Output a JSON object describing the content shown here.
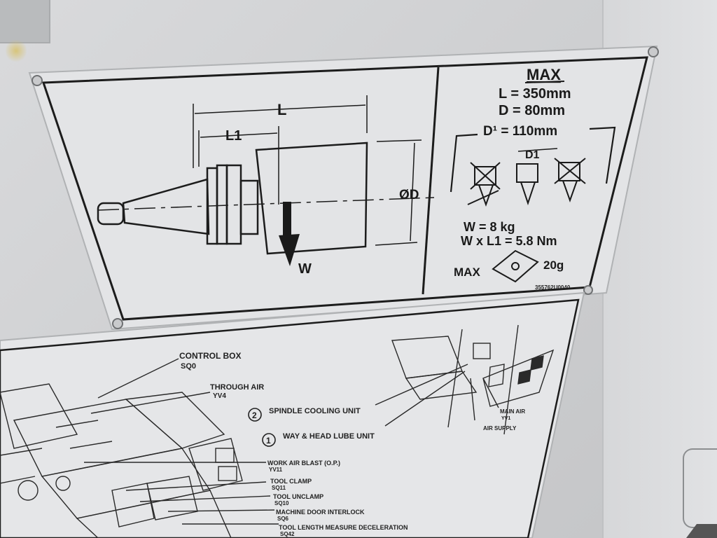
{
  "tool_plate": {
    "diagram": {
      "label_L": "L",
      "label_L1": "L1",
      "label_OD": "ØD",
      "label_W": "W"
    },
    "spec": {
      "heading": "MAX",
      "L": "L = 350mm",
      "D": "D =   80mm",
      "D1": "D¹ = 110mm",
      "D1_small": "D1",
      "weight": "W = 8 kg",
      "moment": "W x L1 = 5.8 Nm",
      "insert_max": "MAX",
      "insert_weight": "20g",
      "part_number": "355762U0040"
    }
  },
  "lower_plate": {
    "labels": {
      "control_box": "CONTROL BOX",
      "control_box_code": "SQ0",
      "through_air": "THROUGH AIR",
      "through_air_code": "YV4",
      "spindle_cooling_num": "2",
      "spindle_cooling": "SPINDLE COOLING UNIT",
      "way_head_num": "1",
      "way_head": "WAY & HEAD LUBE UNIT",
      "work_air_blast": "WORK AIR BLAST (O.P.)",
      "work_air_blast_code": "YV11",
      "tool_clamp": "TOOL CLAMP",
      "tool_clamp_code": "SQ11",
      "tool_unclamp": "TOOL UNCLAMP",
      "tool_unclamp_code": "SQ10",
      "door_interlock": "MACHINE DOOR INTERLOCK",
      "door_interlock_code": "SQ6",
      "tool_length": "TOOL LENGTH MEASURE DECELERATION",
      "tool_length_code": "SQ42",
      "main_air": "MAIN AIR",
      "main_air_code": "YV1",
      "air_supply": "AIR SUPPLY"
    }
  }
}
